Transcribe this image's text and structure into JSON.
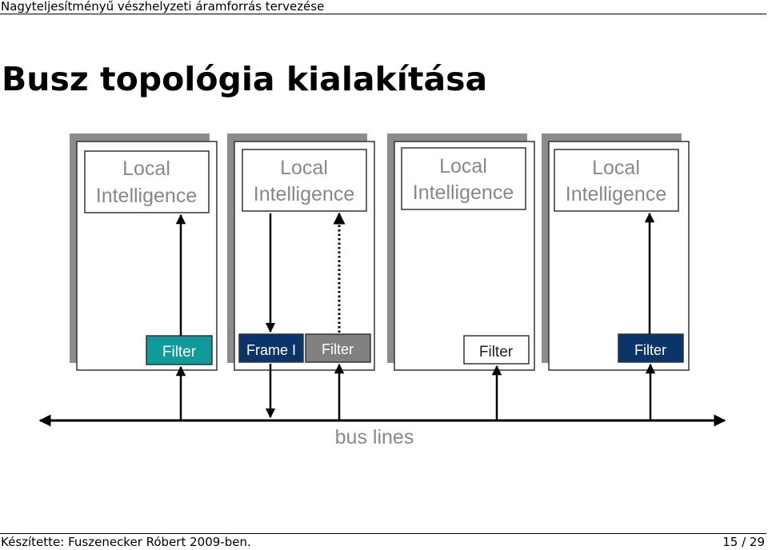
{
  "header": {
    "title": "Nagyteljesítményű vészhelyzeti áramforrás tervezése"
  },
  "slide": {
    "title": "Busz topológia kialakítása"
  },
  "diagram": {
    "nodes": [
      {
        "line1": "Local",
        "line2": "Intelligence",
        "filter_label": "Filter"
      },
      {
        "line1": "Local",
        "line2": "Intelligence",
        "frame_label": "Frame I",
        "filter_label": "Filter"
      },
      {
        "line1": "Local",
        "line2": "Intelligence",
        "filter_label": "Filter"
      },
      {
        "line1": "Local",
        "line2": "Intelligence",
        "filter_label": "Filter"
      }
    ],
    "bus_label": "bus lines",
    "colors": {
      "teal_filter": "#109a9a",
      "navy_filter": "#0b3468",
      "gray_filter": "#808080",
      "white_filter": "#ffffff",
      "node_shadow": "#8c8c8c"
    }
  },
  "footer": {
    "author": "Készítette: Fuszenecker Róbert 2009-ben.",
    "page": "15 / 29"
  }
}
